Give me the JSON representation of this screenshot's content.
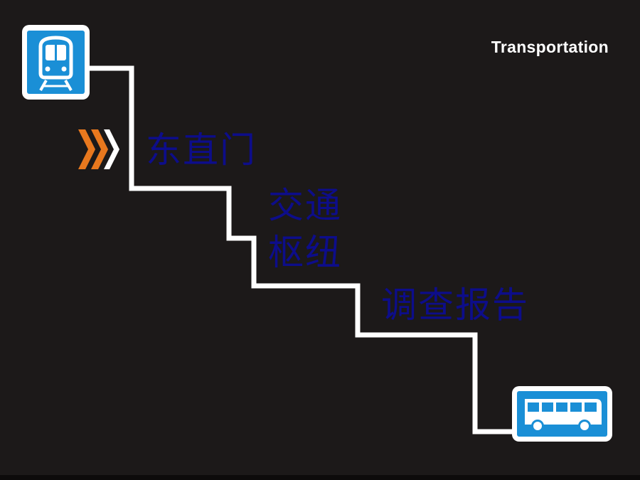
{
  "header": {
    "label": "Transportation"
  },
  "title": {
    "line1": "东直门",
    "line2": "交通",
    "line3": "枢纽",
    "line4": "调查报告"
  },
  "icons": {
    "start": "metro-train-icon",
    "end": "bus-icon",
    "bullet": "triple-chevron-icon"
  },
  "colors": {
    "background": "#1c1919",
    "icon_blue": "#1a8fd6",
    "route_line": "#ffffff",
    "chevron_orange": "#e8781e",
    "title_text": "#0d0d8a"
  }
}
